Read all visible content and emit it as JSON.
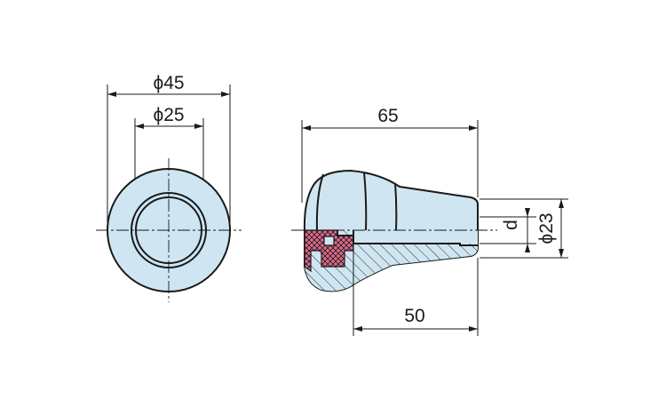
{
  "colors": {
    "background": "#ffffff",
    "part_fill": "#cfe6f2",
    "stroke": "#1a1a1a",
    "section_fill": "#e06a8c"
  },
  "front_view": {
    "outer_diameter_label": "ϕ45",
    "inner_diameter_label": "ϕ25"
  },
  "side_view": {
    "overall_length_label": "65",
    "insert_length_label": "50",
    "bore_label": "d",
    "end_diameter_label": "ϕ23"
  }
}
